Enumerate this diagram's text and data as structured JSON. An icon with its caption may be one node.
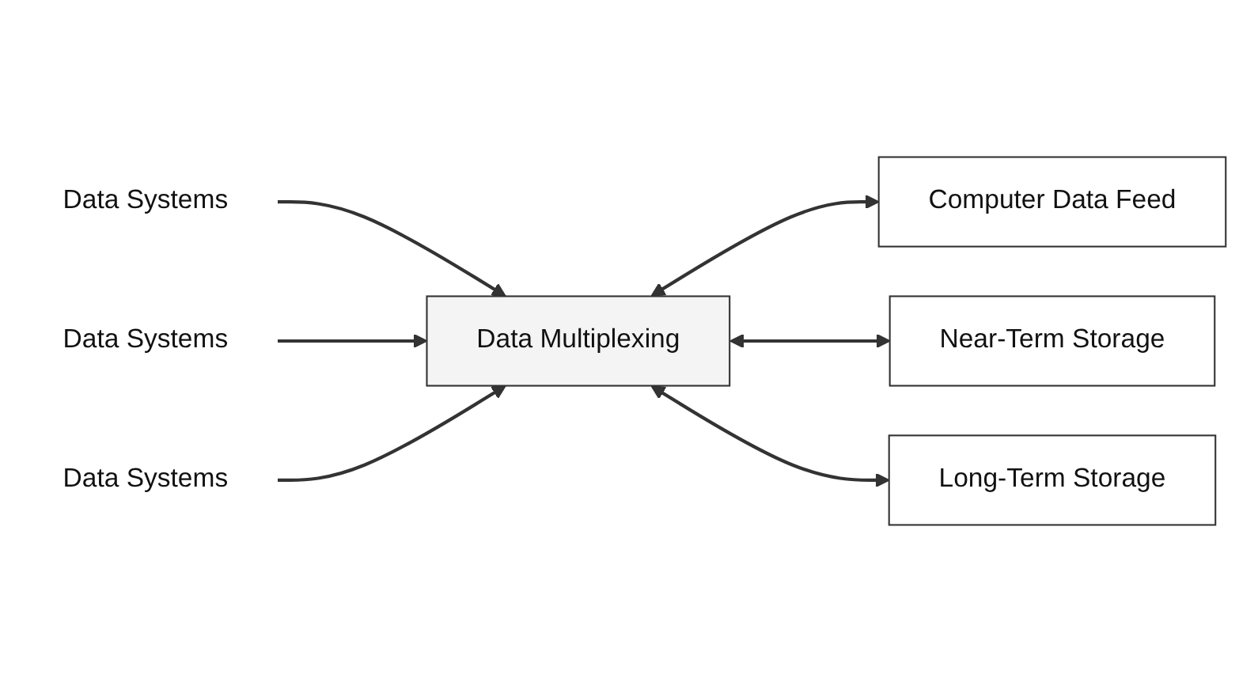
{
  "diagram": {
    "nodes": [
      {
        "text": [
          "Data Systems"
        ]
      },
      {
        "text": [
          "Data Multiplexing"
        ]
      },
      {
        "text": [
          "Computer Data Feed"
        ]
      },
      {
        "text": [
          "Data Systems"
        ]
      },
      {
        "text": [
          "Near-Term Storage"
        ]
      },
      {
        "text": [
          "Long-Term Storage"
        ]
      },
      {
        "text": [
          "Data Systems"
        ]
      }
    ],
    "edges": [
      {
        "from": 0,
        "to": 1,
        "arrow": "to"
      },
      {
        "from": 3,
        "to": 1,
        "arrow": "to"
      },
      {
        "from": 6,
        "to": 1,
        "arrow": "to"
      },
      {
        "from": 1,
        "to": 2,
        "arrow": "both"
      },
      {
        "from": 1,
        "to": 4,
        "arrow": "both"
      },
      {
        "from": 1,
        "to": 5,
        "arrow": "both"
      }
    ]
  }
}
